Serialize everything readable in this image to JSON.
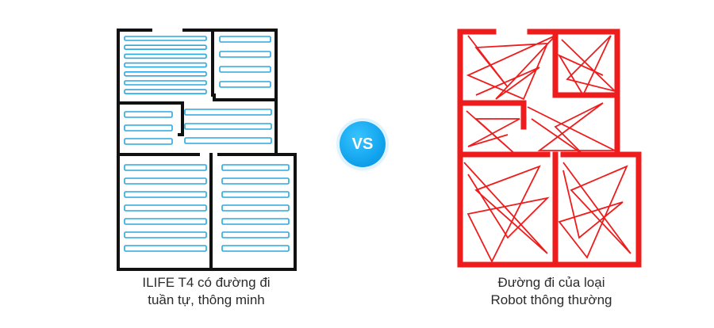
{
  "vs_label": "VS",
  "left": {
    "caption_line1": "ILIFE T4 có đường đi",
    "caption_line2": "tuần tự, thông minh"
  },
  "right": {
    "caption_line1": "Đường đi của loại",
    "caption_line2": "Robot thông thường"
  },
  "colors": {
    "wall_black": "#111111",
    "path_blue": "#29a8e0",
    "wall_red": "#ee1c1c",
    "vs_blue": "#12a4ee"
  }
}
